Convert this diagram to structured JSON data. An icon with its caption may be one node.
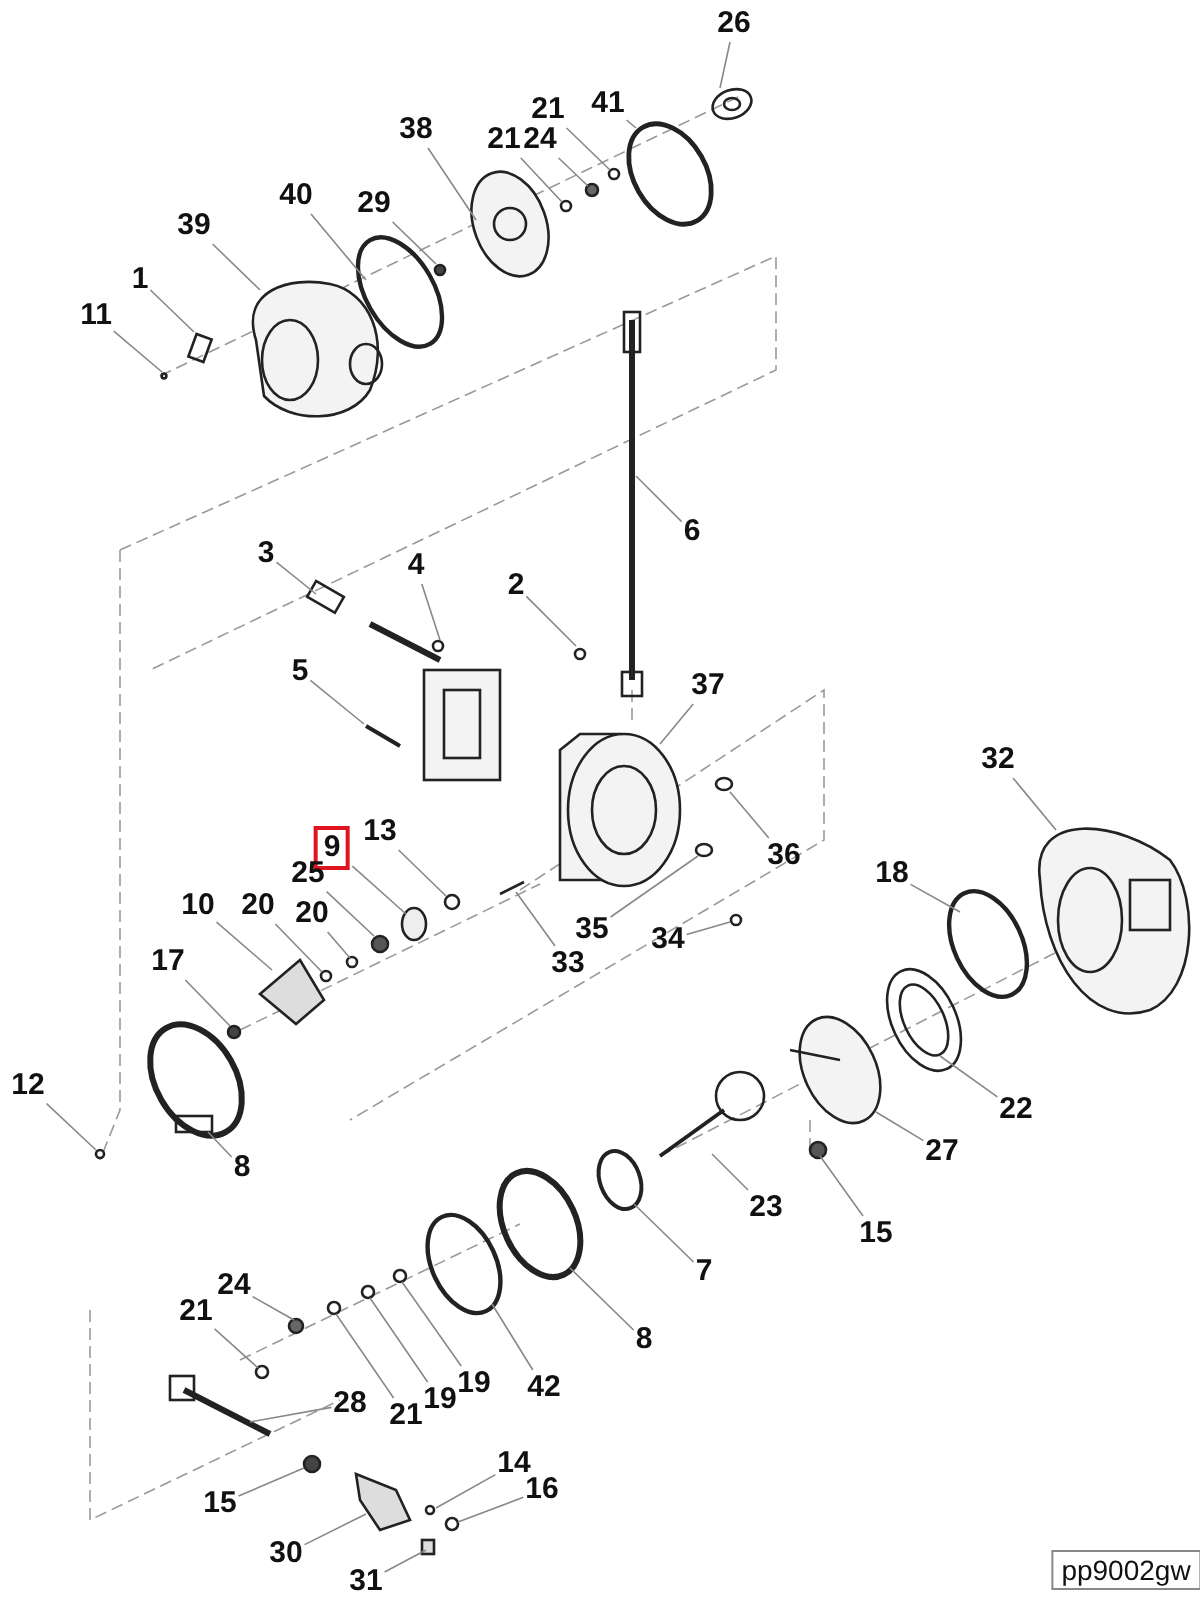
{
  "diagram": {
    "nodes": [
      {
        "text": [
          "26"
        ]
      },
      {
        "text": [
          "41"
        ]
      },
      {
        "text": [
          "21"
        ]
      },
      {
        "text": [
          "21"
        ]
      },
      {
        "text": [
          "24"
        ]
      },
      {
        "text": [
          "38"
        ]
      },
      {
        "text": [
          "40"
        ]
      },
      {
        "text": [
          "29"
        ]
      },
      {
        "text": [
          "39"
        ]
      },
      {
        "text": [
          "1"
        ]
      },
      {
        "text": [
          "11"
        ]
      },
      {
        "text": [
          "6"
        ]
      },
      {
        "text": [
          "3"
        ]
      },
      {
        "text": [
          "4"
        ]
      },
      {
        "text": [
          "2"
        ]
      },
      {
        "text": [
          "5"
        ]
      },
      {
        "text": [
          "37"
        ]
      },
      {
        "text": [
          "32"
        ]
      },
      {
        "text": [
          "13"
        ]
      },
      {
        "text": [
          "9"
        ]
      },
      {
        "text": [
          "25"
        ]
      },
      {
        "text": [
          "36"
        ]
      },
      {
        "text": [
          "18"
        ]
      },
      {
        "text": [
          "10"
        ]
      },
      {
        "text": [
          "20"
        ]
      },
      {
        "text": [
          "20"
        ]
      },
      {
        "text": [
          "35"
        ]
      },
      {
        "text": [
          "34"
        ]
      },
      {
        "text": [
          "33"
        ]
      },
      {
        "text": [
          "17"
        ]
      },
      {
        "text": [
          "12"
        ]
      },
      {
        "text": [
          "8"
        ]
      },
      {
        "text": [
          "22"
        ]
      },
      {
        "text": [
          "27"
        ]
      },
      {
        "text": [
          "23"
        ]
      },
      {
        "text": [
          "15"
        ]
      },
      {
        "text": [
          "7"
        ]
      },
      {
        "text": [
          "8"
        ]
      },
      {
        "text": [
          "24"
        ]
      },
      {
        "text": [
          "21"
        ]
      },
      {
        "text": [
          "28"
        ]
      },
      {
        "text": [
          "42"
        ]
      },
      {
        "text": [
          "19"
        ]
      },
      {
        "text": [
          "19"
        ]
      },
      {
        "text": [
          "21"
        ]
      },
      {
        "text": [
          "14"
        ]
      },
      {
        "text": [
          "16"
        ]
      },
      {
        "text": [
          "15"
        ]
      },
      {
        "text": [
          "30"
        ]
      },
      {
        "text": [
          "31"
        ]
      },
      {
        "text": [
          "pp9002gw"
        ]
      }
    ],
    "edges": [
      {
        "from": 0,
        "to": null,
        "arrow": "none"
      },
      {
        "from": 1,
        "to": null,
        "arrow": "none"
      },
      {
        "from": 2,
        "to": null,
        "arrow": "none"
      },
      {
        "from": 3,
        "to": null,
        "arrow": "none"
      },
      {
        "from": 4,
        "to": null,
        "arrow": "none"
      },
      {
        "from": 5,
        "to": null,
        "arrow": "none"
      },
      {
        "from": 6,
        "to": null,
        "arrow": "none"
      },
      {
        "from": 7,
        "to": null,
        "arrow": "none"
      },
      {
        "from": 8,
        "to": null,
        "arrow": "none"
      },
      {
        "from": 9,
        "to": null,
        "arrow": "none"
      },
      {
        "from": 10,
        "to": null,
        "arrow": "none"
      },
      {
        "from": 11,
        "to": null,
        "arrow": "none"
      },
      {
        "from": 12,
        "to": null,
        "arrow": "none"
      },
      {
        "from": 13,
        "to": null,
        "arrow": "none"
      },
      {
        "from": 14,
        "to": null,
        "arrow": "none"
      },
      {
        "from": 15,
        "to": null,
        "arrow": "none"
      },
      {
        "from": 16,
        "to": null,
        "arrow": "none"
      },
      {
        "from": 17,
        "to": null,
        "arrow": "none"
      },
      {
        "from": 18,
        "to": null,
        "arrow": "none"
      },
      {
        "from": 19,
        "to": null,
        "arrow": "none"
      },
      {
        "from": 20,
        "to": null,
        "arrow": "none"
      },
      {
        "from": 21,
        "to": null,
        "arrow": "none"
      },
      {
        "from": 22,
        "to": null,
        "arrow": "none"
      },
      {
        "from": 23,
        "to": null,
        "arrow": "none"
      },
      {
        "from": 24,
        "to": null,
        "arrow": "none"
      },
      {
        "from": 25,
        "to": null,
        "arrow": "none"
      },
      {
        "from": 26,
        "to": null,
        "arrow": "none"
      },
      {
        "from": 27,
        "to": null,
        "arrow": "none"
      },
      {
        "from": 28,
        "to": null,
        "arrow": "none"
      },
      {
        "from": 29,
        "to": null,
        "arrow": "none"
      },
      {
        "from": 30,
        "to": null,
        "arrow": "none"
      },
      {
        "from": 31,
        "to": null,
        "arrow": "none"
      },
      {
        "from": 32,
        "to": null,
        "arrow": "none"
      },
      {
        "from": 33,
        "to": null,
        "arrow": "none"
      },
      {
        "from": 34,
        "to": null,
        "arrow": "none"
      },
      {
        "from": 35,
        "to": null,
        "arrow": "none"
      },
      {
        "from": 36,
        "to": null,
        "arrow": "none"
      },
      {
        "from": 37,
        "to": null,
        "arrow": "none"
      },
      {
        "from": 38,
        "to": null,
        "arrow": "none"
      },
      {
        "from": 39,
        "to": null,
        "arrow": "none"
      },
      {
        "from": 40,
        "to": null,
        "arrow": "none"
      },
      {
        "from": 41,
        "to": null,
        "arrow": "none"
      },
      {
        "from": 42,
        "to": null,
        "arrow": "none"
      },
      {
        "from": 43,
        "to": null,
        "arrow": "none"
      },
      {
        "from": 44,
        "to": null,
        "arrow": "none"
      },
      {
        "from": 45,
        "to": null,
        "arrow": "none"
      },
      {
        "from": 46,
        "to": null,
        "arrow": "none"
      },
      {
        "from": 47,
        "to": null,
        "arrow": "none"
      },
      {
        "from": 48,
        "to": null,
        "arrow": "none"
      },
      {
        "from": 49,
        "to": null,
        "arrow": "none"
      }
    ]
  }
}
